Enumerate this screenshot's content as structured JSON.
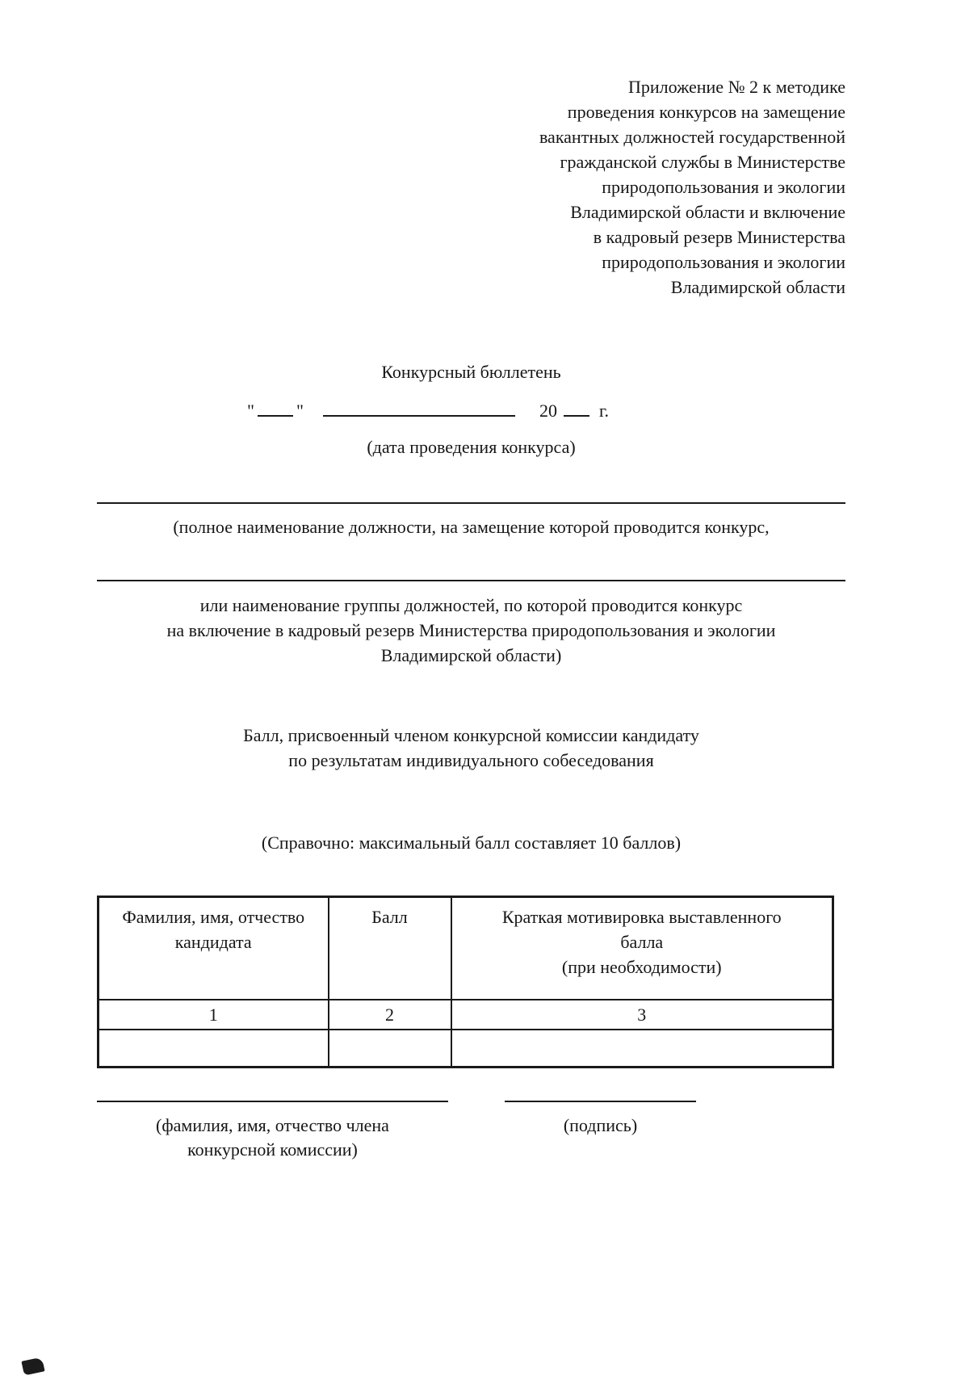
{
  "page": {
    "appendix_lines": [
      "Приложение № 2 к методике",
      "проведения конкурсов на замещение",
      "вакантных должностей государственной",
      "гражданской службы в Министерстве",
      "природопользования и экологии",
      "Владимирской области и включение",
      "в кадровый резерв Министерства",
      "природопользования и экологии",
      "Владимирской области"
    ],
    "title": "Конкурсный бюллетень",
    "date": {
      "open_quote": "\"",
      "close_quote": "\"",
      "year_prefix": "20",
      "year_suffix": "г.",
      "caption": "(дата проведения конкурса)"
    },
    "position_caption_1": "(полное наименование должности, на замещение которой проводится конкурс,",
    "position_caption_2_lines": [
      "или наименование группы должностей, по которой проводится конкурс",
      "на включение в кадровый резерв Министерства природопользования и экологии",
      "Владимирской области)"
    ],
    "score_heading_lines": [
      "Балл, присвоенный членом конкурсной комиссии кандидату",
      "по результатам индивидуального собеседования"
    ],
    "note": "(Справочно: максимальный балл составляет 10 баллов)",
    "table": {
      "col1_header": "Фамилия, имя, отчество кандидата",
      "col2_header": "Балл",
      "col3_header_lines": [
        "Краткая мотивировка выставленного",
        "балла",
        "(при необходимости)"
      ],
      "col_numbers": [
        "1",
        "2",
        "3"
      ]
    },
    "signature": {
      "name_caption_lines": [
        "(фамилия, имя, отчество члена",
        "конкурсной комиссии)"
      ],
      "sign_caption": "(подпись)"
    }
  }
}
